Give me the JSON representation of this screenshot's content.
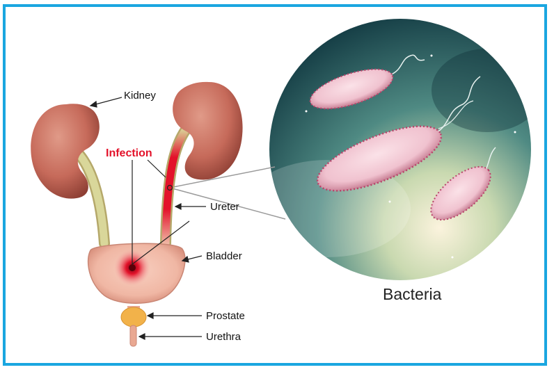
{
  "labels": {
    "kidney": "Kidney",
    "infection": "Infection",
    "ureter": "Ureter",
    "bladder": "Bladder",
    "prostate": "Prostate",
    "urethra": "Urethra",
    "caption": "Bacteria"
  },
  "colors": {
    "border": "#1aa6e0",
    "kidney": "#c66a5a",
    "ureter": "#d9d79a",
    "bladder": "#f0b7a4",
    "infection": "#e3122a",
    "prostate": "#f2b24a",
    "bacteria": "#f0c2cf"
  }
}
